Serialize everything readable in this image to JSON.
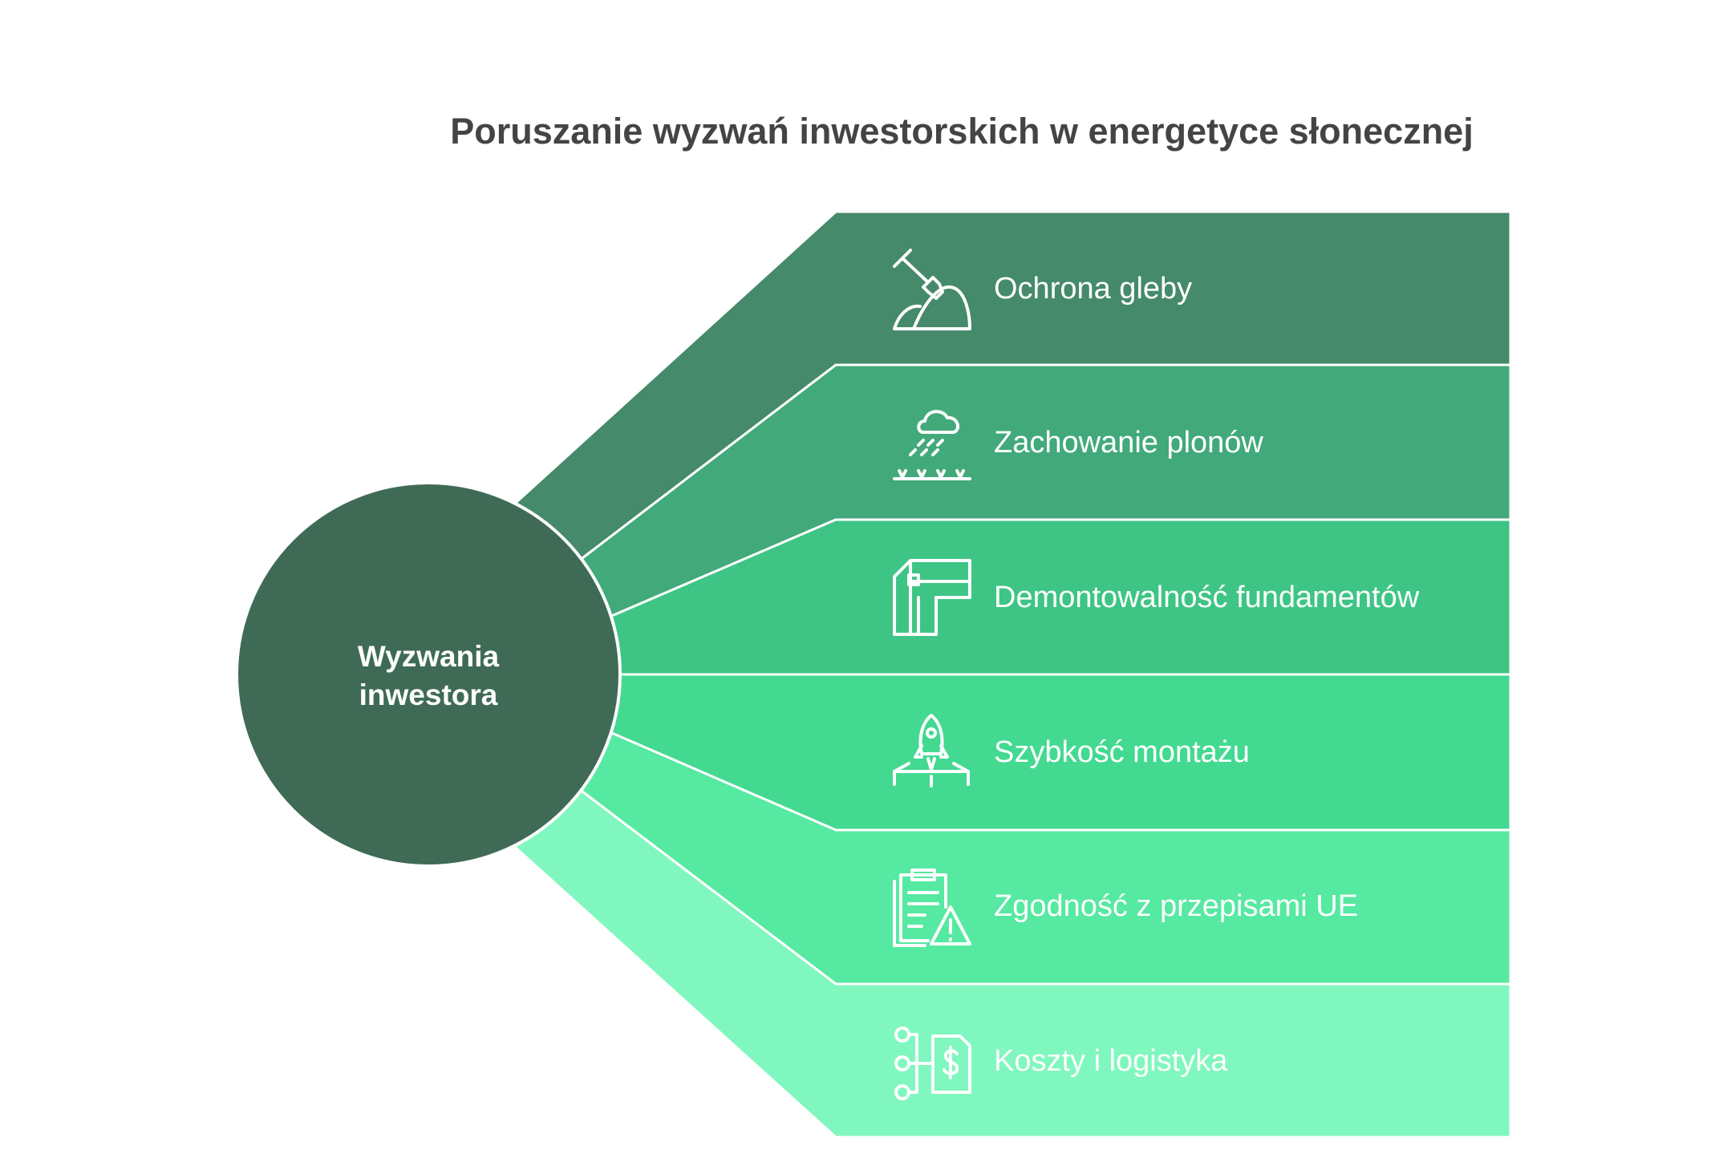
{
  "title": "Poruszanie wyzwań inwestorskich w energetyce słonecznej",
  "center": {
    "line1": "Wyzwania",
    "line2": "inwestora",
    "color": "#3F6B56"
  },
  "items": [
    {
      "label": "Ochrona gleby",
      "icon": "shovel-soil-icon",
      "color": "#458A6B"
    },
    {
      "label": "Zachowanie plonów",
      "icon": "rain-crops-icon",
      "color": "#42A97A"
    },
    {
      "label": "Demontowalność fundamentów",
      "icon": "foundation-icon",
      "color": "#3EC585"
    },
    {
      "label": "Szybkość montażu",
      "icon": "rocket-icon",
      "color": "#43D991"
    },
    {
      "label": "Zgodność z przepisami UE",
      "icon": "clipboard-warning-icon",
      "color": "#56E9A1"
    },
    {
      "label": "Koszty i logistyka",
      "icon": "cost-flow-icon",
      "color": "#80F7BE"
    }
  ]
}
